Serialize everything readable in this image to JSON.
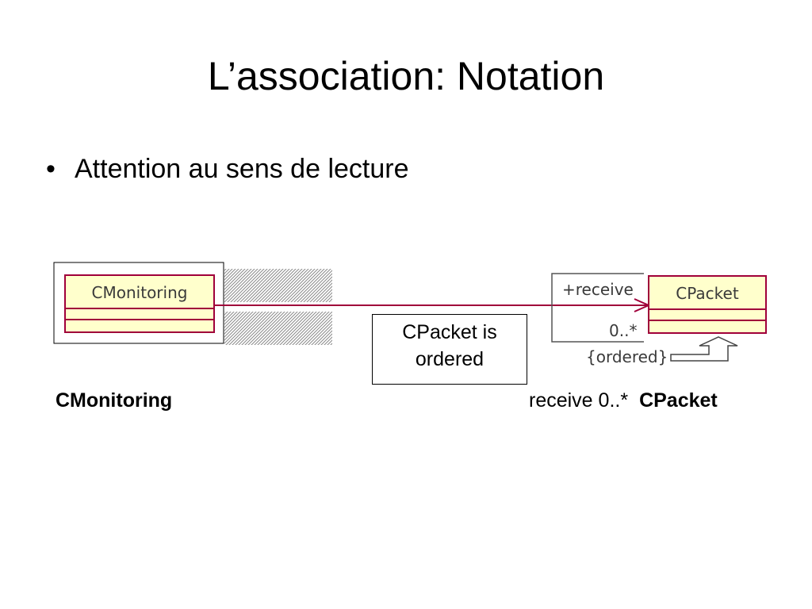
{
  "slide": {
    "title": "L’association: Notation",
    "bullet_symbol": "•",
    "bullet": "Attention au sens de lecture"
  },
  "diagram": {
    "left_class": {
      "name": "CMonitoring",
      "fill": "#FFFFCC",
      "border": "#A0003A"
    },
    "right_class": {
      "name": "CPacket",
      "fill": "#FFFFCC",
      "border": "#A0003A"
    },
    "association": {
      "color": "#A0003A",
      "role": "+receive",
      "multiplicity": "0..*",
      "constraint": "{ordered}"
    },
    "note": {
      "line1": "CPacket is",
      "line2": "ordered"
    }
  },
  "captions": {
    "left": "CMonitoring",
    "right_role": "receive 0..*",
    "right_class": "CPacket"
  }
}
